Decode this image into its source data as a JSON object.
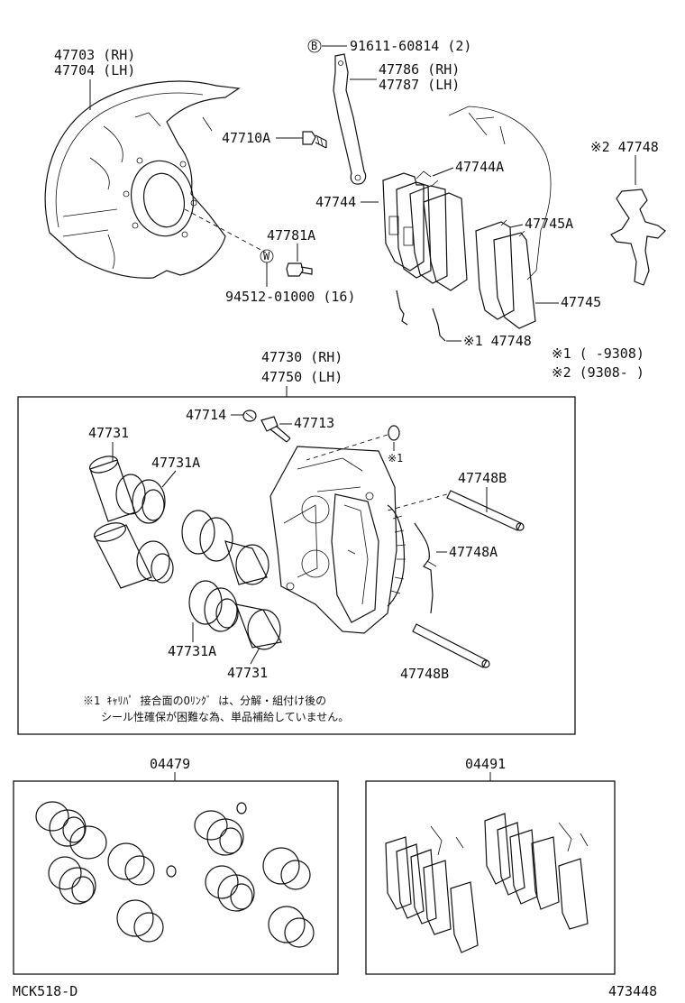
{
  "labels": {
    "shield_rh": "47703 (RH)",
    "shield_lh": "47704 (LH)",
    "bolt_b_symbol": "B",
    "bolt_b": "91611-60814 (2)",
    "hose_bracket_rh": "47786 (RH)",
    "hose_bracket_lh": "47787 (LH)",
    "bolt_47710a": "47710A",
    "shim_47744a": "47744A",
    "pad_47744": "47744",
    "clip_2": "※2 47748",
    "shim_47745a": "47745A",
    "bolt_47781a": "47781A",
    "washer_symbol": "W",
    "washer": "94512-01000 (16)",
    "pad_47745": "47745",
    "clip_1": "※1 47748",
    "note1": "※1 (       -9308)",
    "note2": "※2 (9308-       )",
    "caliper_rh": "47730 (RH)",
    "caliper_lh": "47750 (LH)",
    "cap_47714": "47714",
    "bleeder_47713": "47713",
    "oring_mark": "※1",
    "piston_47731_top": "47731",
    "seal_47731a_top": "47731A",
    "pin_47748b_top": "47748B",
    "spring_47748a": "47748A",
    "seal_47731a_bottom": "47731A",
    "piston_47731_bottom": "47731",
    "pin_47748b_bottom": "47748B",
    "jp_note_line1": "※1 ｷｬﾘﾊﾟ 接合面のOﾘﾝｸﾞ は、分解・組付け後の",
    "jp_note_line2": "シール性確保が困難な為、単品補給していません。",
    "kit_04479": "04479",
    "kit_04491": "04491",
    "diagram_code": "MCK518-D",
    "page_code": "473448"
  }
}
